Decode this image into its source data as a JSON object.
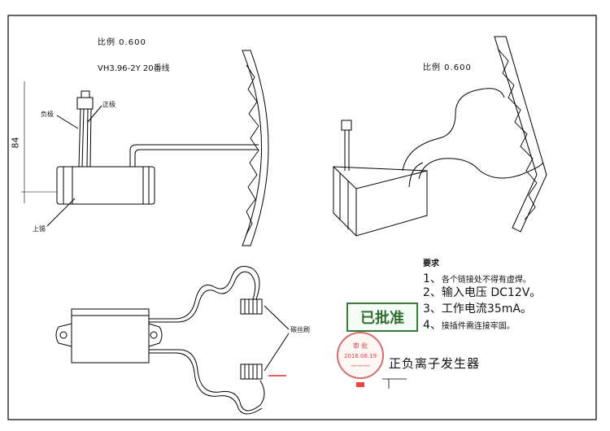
{
  "labels": {
    "scale_top_left": "比例 0.600",
    "scale_top_right": "比例 0.600",
    "connector_model": "VH3.96-2Y  20番线",
    "neg_wire": "负极",
    "pos_wire": "正极",
    "dimension_84": "84",
    "potting": "上锡",
    "brush_label": "碳丝刷"
  },
  "requirements": {
    "title": "要求",
    "items": [
      {
        "prefix": "1、",
        "text": "各个链接处不得有虚焊。"
      },
      {
        "prefix": "2、",
        "text": "输入电压 DC12V。"
      },
      {
        "prefix": "3、",
        "text": "工作电流35mA。"
      },
      {
        "prefix": "4、",
        "text": "接插件需连接牢固。"
      }
    ]
  },
  "stamps": {
    "approved": "已批准",
    "audit_line1": "审  批",
    "audit_line2": "2016.08.19",
    "audit_line3": "一一一"
  },
  "product_title": "正负离子发生器"
}
